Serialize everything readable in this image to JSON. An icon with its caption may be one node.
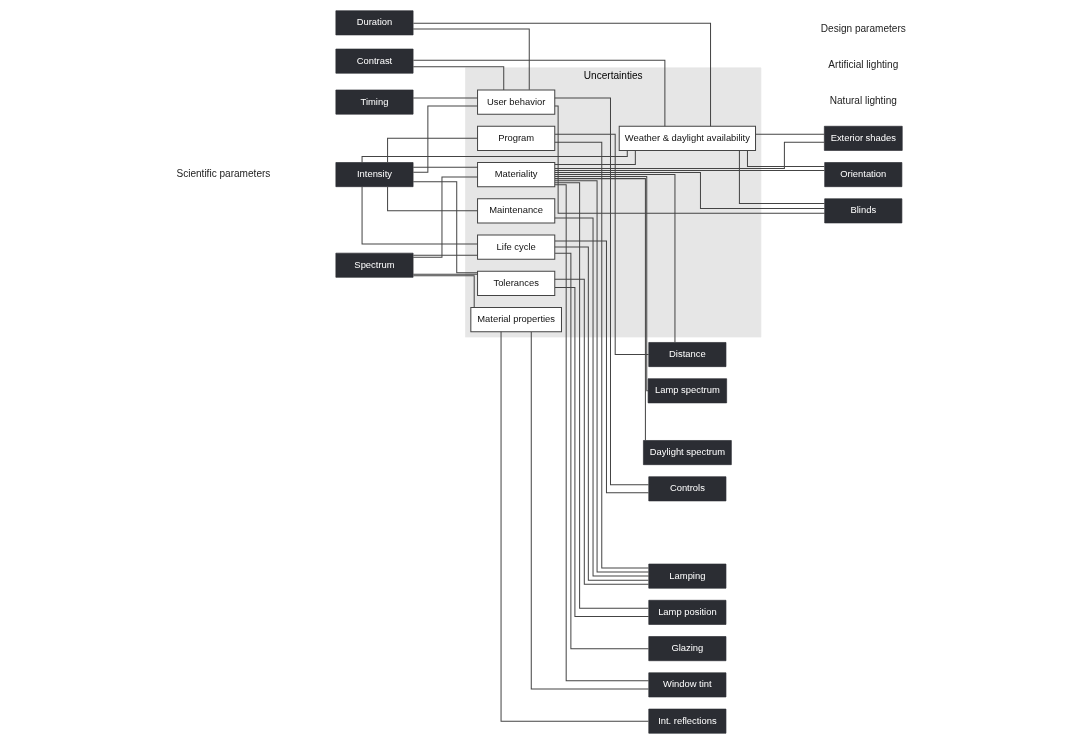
{
  "diagram": {
    "nodes": [
      {
        "text": [
          "Intensity"
        ]
      },
      {
        "text": [
          "Spectrum"
        ]
      },
      {
        "text": [
          "Duration"
        ]
      },
      {
        "text": [
          "Timing"
        ]
      },
      {
        "text": [
          "Contrast"
        ]
      },
      {
        "text": [
          "Uncertainties"
        ]
      },
      {
        "text": [
          "Maintenance"
        ],
        "in": 5
      },
      {
        "text": [
          "Program"
        ],
        "in": 5
      },
      {
        "text": [
          "Materiality"
        ],
        "in": 5
      },
      {
        "text": [
          "Tolerances"
        ],
        "in": 5
      },
      {
        "text": [
          "Life cycle"
        ],
        "in": 5
      },
      {
        "text": [
          "Material properties"
        ],
        "in": 5
      },
      {
        "text": [
          "Weather & daylight availability"
        ],
        "in": 5
      },
      {
        "text": [
          "User behavior"
        ],
        "in": 5
      },
      {
        "text": [
          "Lamping"
        ]
      },
      {
        "text": [
          "Lamp position"
        ]
      },
      {
        "text": [
          "Distance"
        ]
      },
      {
        "text": [
          "Lamp spectrum"
        ]
      },
      {
        "text": [
          "Daylight spectrum"
        ]
      },
      {
        "text": [
          "Controls"
        ]
      },
      {
        "text": [
          "Glazing"
        ]
      },
      {
        "text": [
          "Window tint"
        ]
      },
      {
        "text": [
          "Int. reflections"
        ]
      },
      {
        "text": [
          "Exterior shades"
        ]
      },
      {
        "text": [
          "Orientation"
        ]
      },
      {
        "text": [
          "Blinds"
        ]
      }
    ],
    "edges": [
      {
        "from": 0,
        "to": 6,
        "arrow": "none"
      },
      {
        "from": 0,
        "to": 7,
        "arrow": "none"
      },
      {
        "from": 0,
        "to": 8,
        "arrow": "none"
      },
      {
        "from": 0,
        "to": 9,
        "arrow": "none"
      },
      {
        "from": 0,
        "to": 10,
        "arrow": "none"
      },
      {
        "from": 0,
        "to": 12,
        "arrow": "none"
      },
      {
        "from": 0,
        "to": 13,
        "arrow": "none"
      },
      {
        "from": 1,
        "to": 8,
        "arrow": "none"
      },
      {
        "from": 1,
        "to": 9,
        "arrow": "none"
      },
      {
        "from": 1,
        "to": 10,
        "arrow": "none"
      },
      {
        "from": 1,
        "to": 11,
        "arrow": "none"
      },
      {
        "from": 2,
        "to": 12,
        "arrow": "none"
      },
      {
        "from": 2,
        "to": 13,
        "arrow": "none"
      },
      {
        "from": 3,
        "to": 13,
        "arrow": "none"
      },
      {
        "from": 4,
        "to": 12,
        "arrow": "none"
      },
      {
        "from": 4,
        "to": 13,
        "arrow": "none"
      },
      {
        "from": 6,
        "to": 14,
        "arrow": "none"
      },
      {
        "from": 7,
        "to": 14,
        "arrow": "none"
      },
      {
        "from": 8,
        "to": 14,
        "arrow": "none"
      },
      {
        "from": 9,
        "to": 14,
        "arrow": "none"
      },
      {
        "from": 10,
        "to": 14,
        "arrow": "none"
      },
      {
        "from": 8,
        "to": 15,
        "arrow": "none"
      },
      {
        "from": 9,
        "to": 15,
        "arrow": "none"
      },
      {
        "from": 7,
        "to": 16,
        "arrow": "none"
      },
      {
        "from": 8,
        "to": 16,
        "arrow": "none"
      },
      {
        "from": 8,
        "to": 17,
        "arrow": "none"
      },
      {
        "from": 8,
        "to": 18,
        "arrow": "none"
      },
      {
        "from": 10,
        "to": 19,
        "arrow": "none"
      },
      {
        "from": 13,
        "to": 19,
        "arrow": "none"
      },
      {
        "from": 10,
        "to": 20,
        "arrow": "none"
      },
      {
        "from": 8,
        "to": 21,
        "arrow": "none"
      },
      {
        "from": 11,
        "to": 21,
        "arrow": "none"
      },
      {
        "from": 11,
        "to": 22,
        "arrow": "none"
      },
      {
        "from": 8,
        "to": 23,
        "arrow": "none"
      },
      {
        "from": 12,
        "to": 23,
        "arrow": "none"
      },
      {
        "from": 8,
        "to": 24,
        "arrow": "none"
      },
      {
        "from": 12,
        "to": 24,
        "arrow": "none"
      },
      {
        "from": 8,
        "to": 25,
        "arrow": "none"
      },
      {
        "from": 12,
        "to": 25,
        "arrow": "none"
      },
      {
        "from": 13,
        "to": 25,
        "arrow": "none"
      },
      {
        "from": 8,
        "to": 12,
        "arrow": "none"
      }
    ],
    "labels": [
      "Scientific parameters",
      "Design parameters",
      "Artificial lighting",
      "Natural lighting"
    ]
  }
}
